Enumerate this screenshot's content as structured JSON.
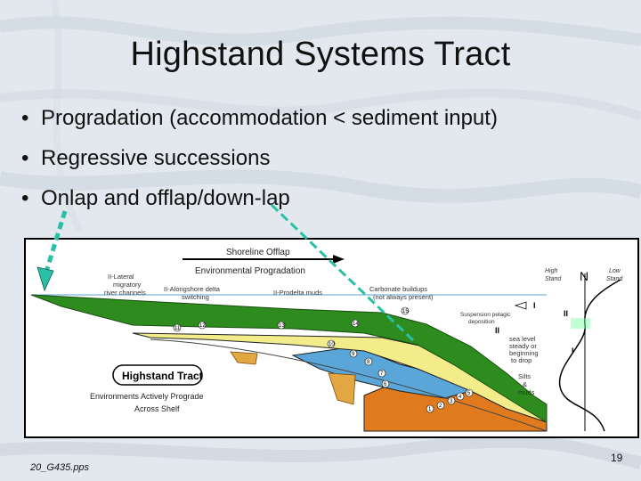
{
  "slide": {
    "title": "Highstand Systems Tract",
    "bullets": [
      "Progradation (accommodation < sediment input)",
      "Regressive successions",
      "Onlap and offlap/down-lap"
    ],
    "slide_number": "19",
    "footer": "20_G435.pps"
  },
  "figure": {
    "shoreline_offlap": "Shoreline Offlap",
    "environmental_progradation": "Environmental Progradation",
    "lateral_channels": [
      "II-Lateral",
      "migratory",
      "river channels"
    ],
    "alongshore_delta": [
      "II-Alongshore delta",
      "switching"
    ],
    "prodelta_muds": "II-Prodelta muds",
    "carbonate_buildups": [
      "Carbonate buildups",
      "(not always present)"
    ],
    "suspension": [
      "Suspension pelagic",
      "deposition"
    ],
    "sea_level": [
      "sea level",
      "steady or",
      "beginning",
      "to drop"
    ],
    "silts_muds": [
      "Silts",
      "&",
      "muds"
    ],
    "highstand_tract_label": "Highstand Tract",
    "environments_caption": [
      "Environments Actively Prograde",
      "Across Shelf"
    ],
    "high_stand": [
      "High",
      "Stand"
    ],
    "low_stand": [
      "Low",
      "Stand"
    ],
    "north": "N",
    "roman_one": "I",
    "roman_two": "II",
    "numbers": [
      "1",
      "2",
      "3",
      "4",
      "5",
      "6",
      "7",
      "8",
      "9",
      "10",
      "11",
      "12",
      "13",
      "14",
      "15"
    ]
  },
  "colors": {
    "title_text": "#111111",
    "green_layer": "#2e8b1e",
    "yellow_layer": "#f3ec8a",
    "blue_layer": "#5aa6d8",
    "orange_layer": "#e07a1e",
    "arrow_teal": "#2ac0a8"
  }
}
